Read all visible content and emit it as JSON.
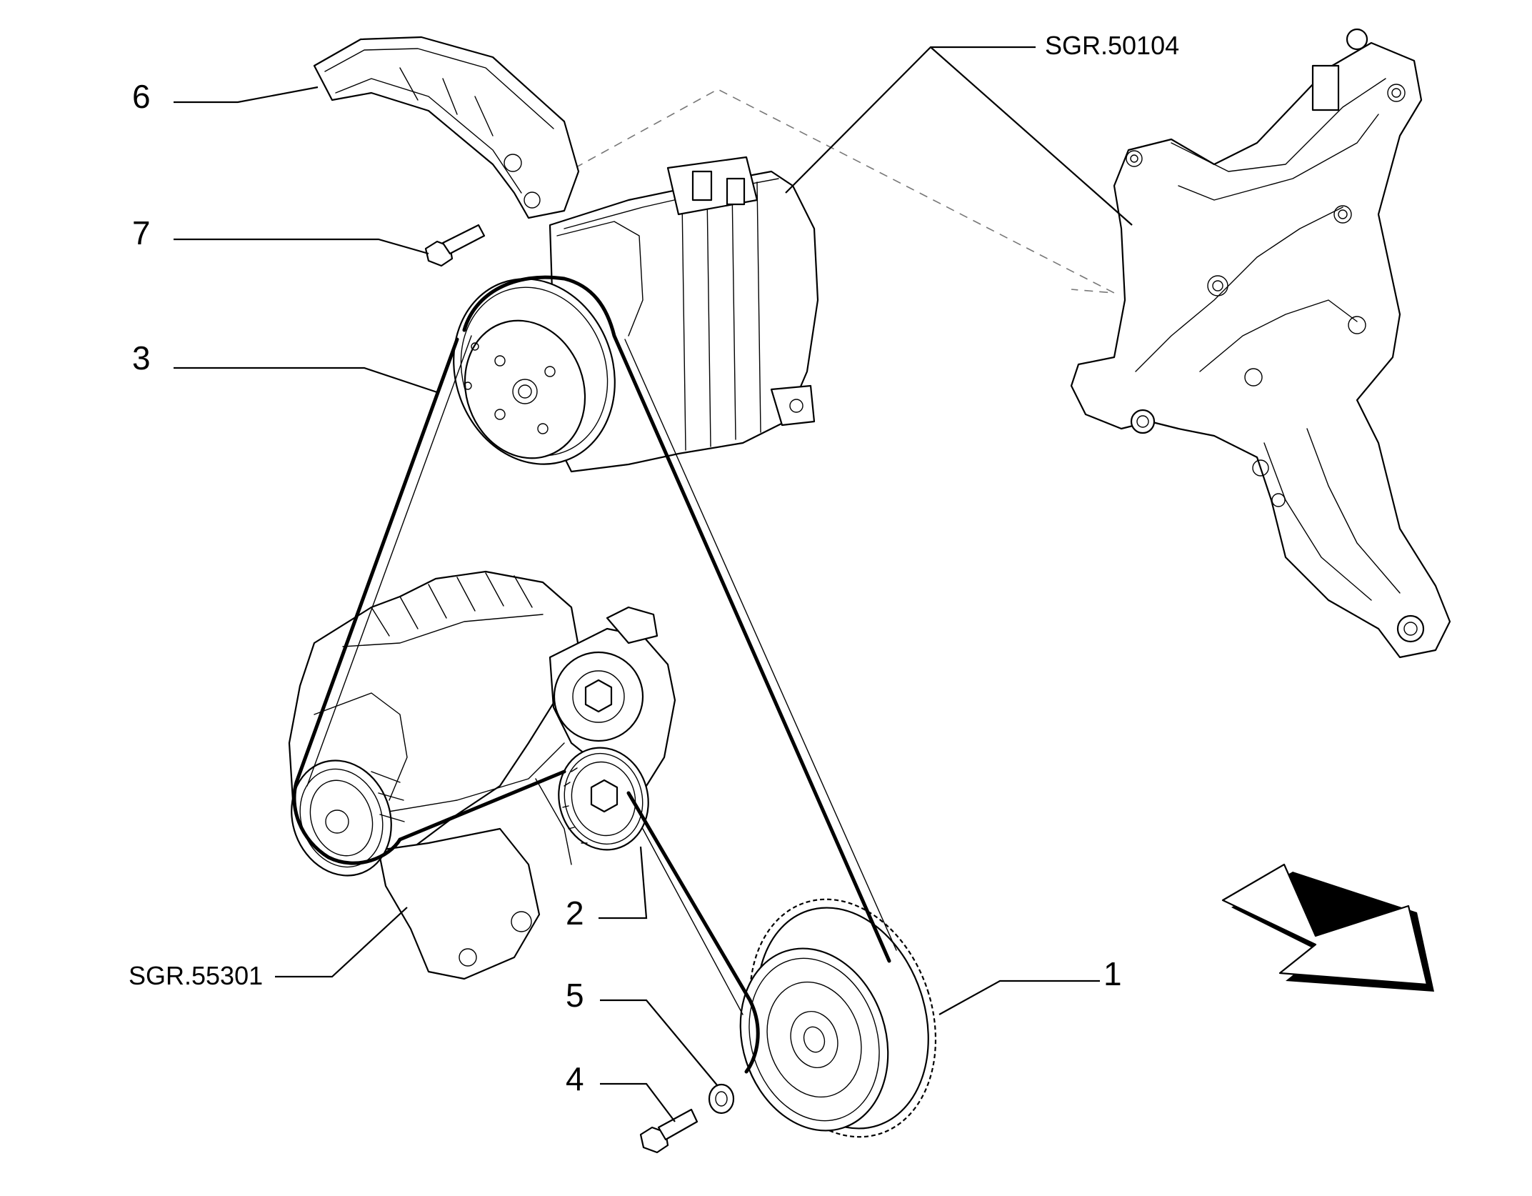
{
  "callouts": [
    {
      "id": "6",
      "text": "6"
    },
    {
      "id": "7",
      "text": "7"
    },
    {
      "id": "3",
      "text": "3"
    },
    {
      "id": "2",
      "text": "2"
    },
    {
      "id": "5",
      "text": "5"
    },
    {
      "id": "4",
      "text": "4"
    },
    {
      "id": "1",
      "text": "1"
    }
  ],
  "references": {
    "top": "SGR.50104",
    "left": "SGR.55301"
  },
  "icons": [
    "direction-arrow-icon"
  ]
}
